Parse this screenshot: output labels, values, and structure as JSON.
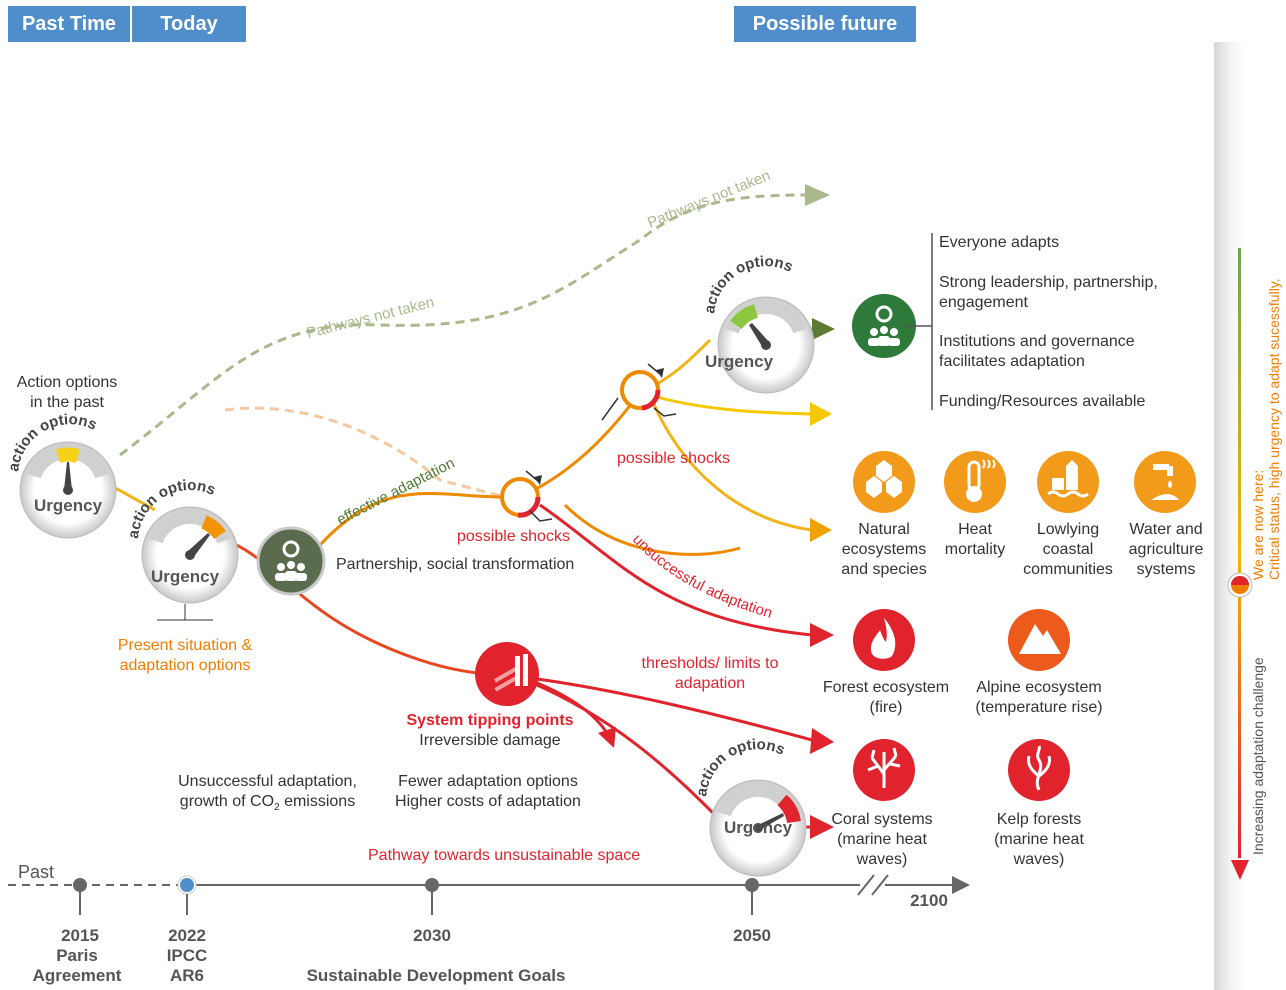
{
  "header": {
    "past_time": "Past Time",
    "today": "Today",
    "possible_future": "Possible future"
  },
  "left": {
    "action_options_past": "Action options in the past",
    "present_situation": "Present situation & adaptation options"
  },
  "gauge": {
    "action_options": "action options",
    "urgency": "Urgency"
  },
  "pathways": {
    "not_taken_upper": "Pathways not taken",
    "not_taken_lower": "Pathways not taken",
    "effective_adaptation": "effective adaptation",
    "unsuccessful_adaptation": "unsuccessful adaptation",
    "partnership": "Partnership, social transformation",
    "possible_shocks_1": "possible shocks",
    "possible_shocks_2": "possible shocks",
    "thresholds": "thresholds/ limits to adapation",
    "tipping_title": "System tipping points",
    "tipping_sub": "Irreversible damage",
    "unsuccessful_growth_a": "Unsuccessful adaptation,",
    "unsuccessful_growth_b": "growth of CO",
    "unsuccessful_growth_sub": "2",
    "unsuccessful_growth_c": " emissions",
    "fewer_options": "Fewer adaptation options",
    "higher_costs": "Higher costs of adaptation",
    "unsustainable": "Pathway towards unsustainable space"
  },
  "success_list": [
    "Everyone adapts",
    "Strong leadership, partnership, engagement",
    "Institutions and governance facilitates adaptation",
    "Funding/Resources available"
  ],
  "risk_icons_orange": [
    {
      "label": "Natural ecosystems and species",
      "icon": "ecosystems-icon"
    },
    {
      "label": "Heat mortality",
      "icon": "thermometer-icon"
    },
    {
      "label": "Lowlying coastal communities",
      "icon": "coastal-city-icon"
    },
    {
      "label": "Water and agriculture systems",
      "icon": "water-tap-icon"
    }
  ],
  "risk_icons_red": [
    {
      "label": "Forest ecosystem (fire)",
      "icon": "fire-icon"
    },
    {
      "label": "Alpine ecosystem (temperature rise)",
      "icon": "mountain-icon"
    },
    {
      "label": "Coral systems (marine heat waves)",
      "icon": "coral-icon"
    },
    {
      "label": "Kelp forests (marine heat waves)",
      "icon": "kelp-icon"
    }
  ],
  "timeline": {
    "past": "Past",
    "year_2015": "2015",
    "label_2015": "Paris Agreement",
    "year_2022": "2022",
    "label_2022": "IPCC AR6",
    "year_2030": "2030",
    "sdg": "Sustainable Development Goals",
    "year_2050": "2050",
    "year_2100": "2100"
  },
  "side_bar": {
    "now_here": "We are now here:",
    "critical": "Critical status, high urgency to adapt sucessfully.",
    "challenge": "Increasing adaptation challenge"
  },
  "colors": {
    "header_blue": "#4f8ecb",
    "orange": "#ef7d00",
    "red": "#e0232d",
    "yellow": "#f7d117",
    "green": "#4e7a34",
    "sage": "#a9b98c",
    "gauge_grey": "#cfcfcf"
  }
}
